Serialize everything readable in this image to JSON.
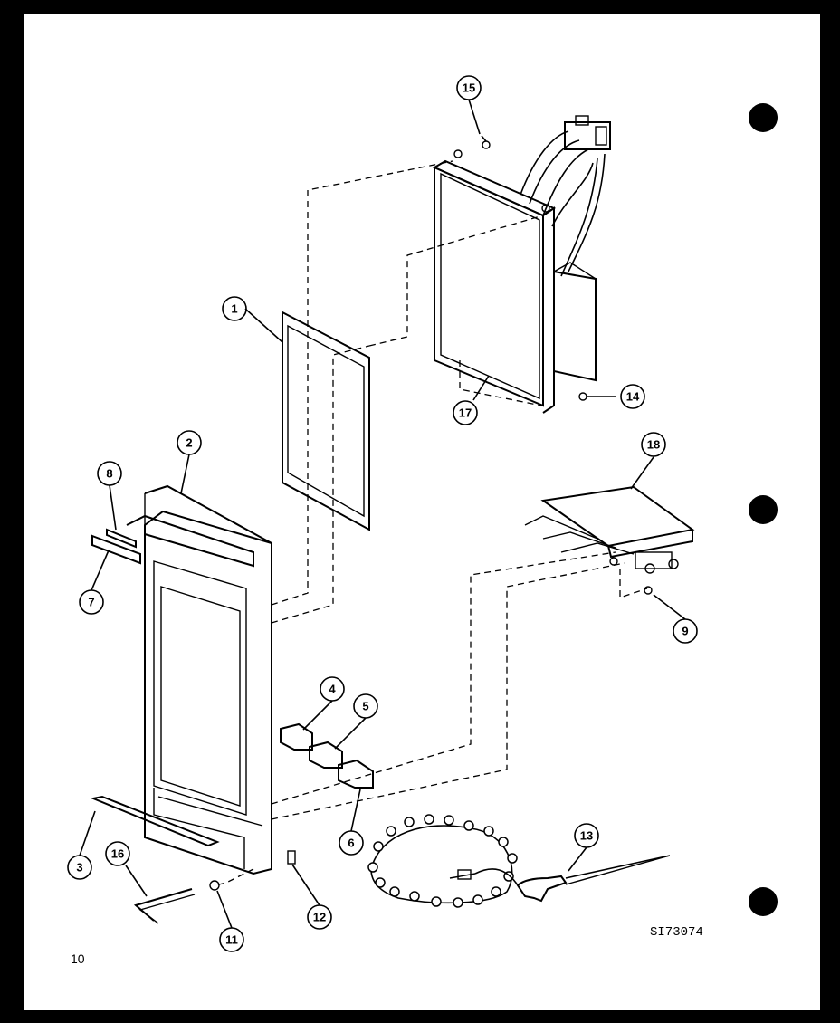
{
  "document": {
    "drawing_code": "SI73074",
    "page_number": "10",
    "hole_color": "#000000",
    "paper_color": "#ffffff"
  },
  "callouts": {
    "c1": "1",
    "c2": "2",
    "c3": "3",
    "c4": "4",
    "c5": "5",
    "c6": "6",
    "c7": "7",
    "c8": "8",
    "c9": "9",
    "c11": "11",
    "c12": "12",
    "c13": "13",
    "c14": "14",
    "c15": "15",
    "c16": "16",
    "c17": "17",
    "c18": "18"
  }
}
